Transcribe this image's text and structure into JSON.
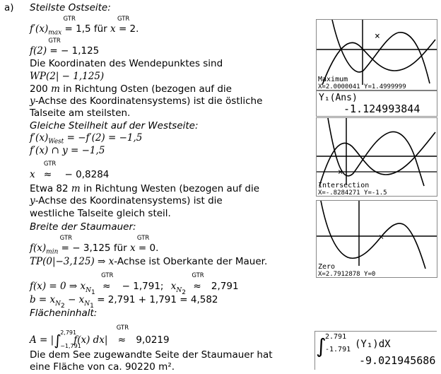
{
  "label": "a)",
  "text": {
    "h1": "Steilste Ostseite:",
    "l1": "f′(x)max = 1,5 für x = 2.",
    "l2": "f(2) = − 1,125",
    "l3": "Die Koordinaten des Wendepunktes sind",
    "l4": "WP(2| − 1,125)",
    "l5": "200 m in Richtung Osten (bezogen auf die",
    "l6": "y-Achse des Koordinatensystems) ist die östliche",
    "l7": "Talseite am steilsten.",
    "h2": "Gleiche Steilheit auf der Westseite:",
    "l8": "f′(x)West = −f′(2) = −1,5",
    "l9": "f′(x) ∩ y = −1,5",
    "l10": "x ≈ − 0,8284",
    "l11": "Etwa 82 m in Richtung Westen (bezogen auf die",
    "l12": "y-Achse des Koordinatensystems) ist die",
    "l13": "westliche Talseite gleich steil.",
    "h3": "Breite der Staumauer:",
    "l14": "f(x)min = − 3,125 für x = 0.",
    "l15": "TP(0|−3,125) ⇒ x-Achse ist Oberkante der Mauer.",
    "l16": "f(x) = 0 ⇒ xN1 ≈ − 1,791; xN2 ≈ 2,791",
    "l17": "b = xN2 − xN1 = 2,791 + 1,791 = 4,582",
    "h4": "Flächeninhalt:",
    "l18": "A = |∫ f(x) dx| ≈ 9,0219",
    "l19": "Die dem See zugewandte Seite der Staumauer hat",
    "l20": "eine Fläche von ca. 90220 m².",
    "gtr": "GTR"
  },
  "pieces": {
    "fprime": "f′(x)",
    "max": "max",
    "eq15": "= 1,5 für",
    "x": "x",
    "eq2": "= 2.",
    "f2": "f(2)",
    "eqm1125": "= − 1,125",
    "m200": "200",
    "m": "m",
    "osten": "in Richtung Osten (bezogen auf die",
    "y": "y",
    "achse1": "-Achse des Koordinatensystems) ist die östliche",
    "west": "West",
    "westeq": "= −f′(2) = −1,5",
    "cap": "f′(x) ∩ y = −1,5",
    "approx": "≈",
    "xv": "− 0,8284",
    "etwa": "Etwa 82",
    "westen": "in Richtung Westen (bezogen auf die",
    "achse2": "-Achse des Koordinatensystems) ist die",
    "fx": "f(x)",
    "min": "min",
    "eqm3125": "= − 3,125 für",
    "eq0": "= 0.",
    "tp": "TP(0|−3,125) ⇒",
    "oberkante": "-Achse ist Oberkante der Mauer.",
    "fx0": "f(x) = 0 ⇒",
    "xn": "x",
    "n": "N",
    "one": "1",
    "two": "2",
    "n1v": "− 1,791;",
    "n2v": "2,791",
    "b": "b = x",
    "minus": "− x",
    "bval": "= 2,791 + 1,791 = 4,582",
    "A": "A = |",
    "int": "∫",
    "upper": "2,791",
    "lower": "−1,791",
    "fdx": "f(x) dx|",
    "aval": "9,0219"
  },
  "calc": {
    "s1_l1": "Maximum",
    "s1_l2": "X=2.0000041  Y=1.4999999",
    "s1_l3": "Y₁(Ans)",
    "s1_l4": "-1.124993844",
    "s2_l1": "Intersection",
    "s2_l2": "X=-.8284271  Y=-1.5",
    "s3_l1": "Zero",
    "s3_l2": "X=2.7912878  Y=0",
    "s4_up": "2.791",
    "s4_lo": "-1.791",
    "s4_expr": "(Y₁)dX",
    "s4_res": "-9.021945686"
  }
}
